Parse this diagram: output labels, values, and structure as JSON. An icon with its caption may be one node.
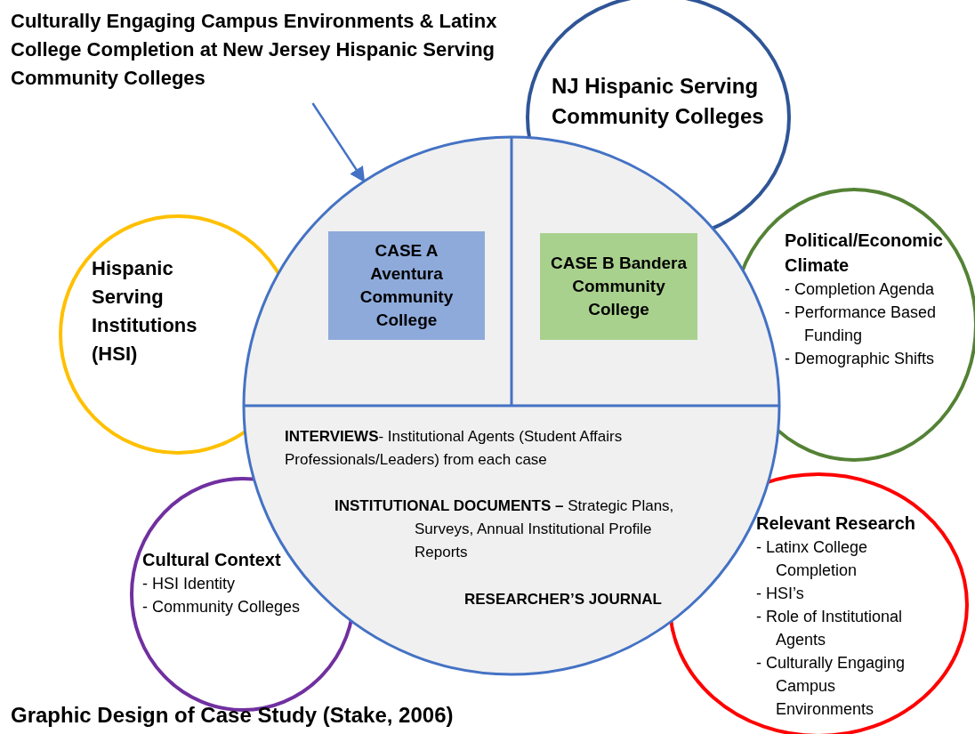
{
  "diagram": {
    "caption": "Graphic Design of Case Study (Stake, 2006)",
    "nodes": [
      {
        "text": [
          "Culturally Engaging Campus Environments & Latinx College Completion at New Jersey Hispanic Serving Community Colleges"
        ]
      },
      {
        "text": [
          "**INTERVIEWS**- Institutional Agents (Student Affairs Professionals/Leaders) from each case",
          "**INSTITUTIONAL DOCUMENTS –** Strategic Plans, Surveys, Annual Institutional Profile Reports",
          "**RESEARCHER’S JOURNAL**"
        ]
      },
      {
        "text": [
          "CASE A Aventura Community College"
        ],
        "in": 1
      },
      {
        "text": [
          "CASE B Bandera Community College"
        ],
        "in": 1
      },
      {
        "text": [
          "NJ Hispanic Serving Community Colleges"
        ]
      },
      {
        "text": [
          "Hispanic Serving Institutions (HSI)"
        ]
      },
      {
        "text": [
          "Political/Economic Climate",
          "- Completion Agenda",
          "- Performance Based Funding",
          "- Demographic Shifts"
        ]
      },
      {
        "text": [
          "Cultural Context",
          "- HSI Identity",
          "- Community Colleges"
        ]
      },
      {
        "text": [
          "Relevant Research",
          "- Latinx College Completion",
          "- HSI’s",
          "- Role of Institutional Agents",
          "- Culturally Engaging Campus Environments"
        ]
      }
    ],
    "edges": [
      {
        "from": 0,
        "to": 1,
        "arrow": "to"
      }
    ]
  }
}
